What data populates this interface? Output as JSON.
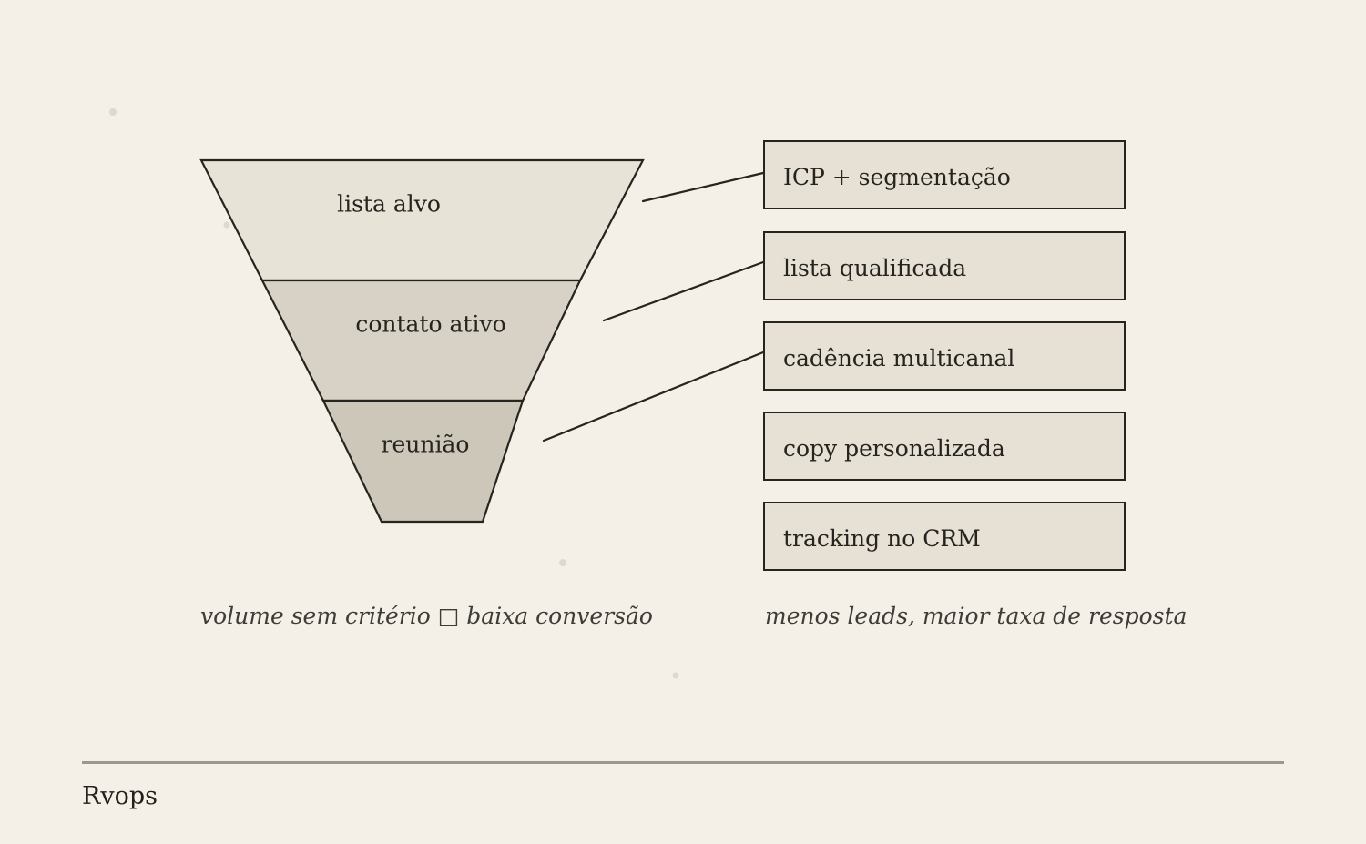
{
  "canvas": {
    "background_color": "#f4efe7",
    "stroke_color": "#26241f"
  },
  "funnel": {
    "stages": [
      {
        "label": "lista alvo",
        "fill": "#e8e3d7"
      },
      {
        "label": "contato ativo",
        "fill": "#d7d2c5"
      },
      {
        "label": "reunião",
        "fill": "#ccc7b9"
      }
    ],
    "caption": "volume sem critério □ baixa conversão"
  },
  "tactics": {
    "box_fill": "#e6e1d4",
    "items": [
      {
        "label": "ICP + segmentação"
      },
      {
        "label": "lista qualificada"
      },
      {
        "label": "cadência multicanal"
      },
      {
        "label": "copy personalizada"
      },
      {
        "label": "tracking no CRM"
      }
    ],
    "caption": "menos leads, maior taxa de resposta"
  },
  "footer": {
    "brand": "Rvops"
  }
}
